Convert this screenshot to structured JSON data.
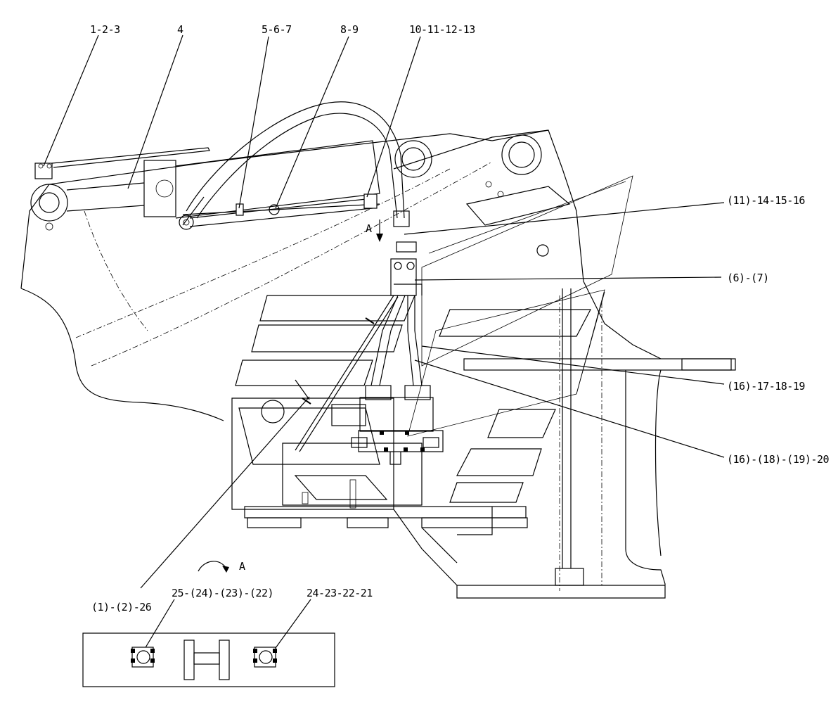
{
  "callouts": {
    "c1": "1-2-3",
    "c2": "4",
    "c3": "5-6-7",
    "c4": "8-9",
    "c5": "10-11-12-13",
    "c6": "(11)-14-15-16",
    "c7": "(6)-(7)",
    "c8": "(16)-17-18-19",
    "c9": "(16)-(18)-(19)-20",
    "c10": "(1)-(2)-26",
    "c11": "25-(24)-(23)-(22)",
    "c12": "24-23-22-21"
  },
  "view": {
    "arrow_label": "A",
    "rotate_label": "A"
  }
}
